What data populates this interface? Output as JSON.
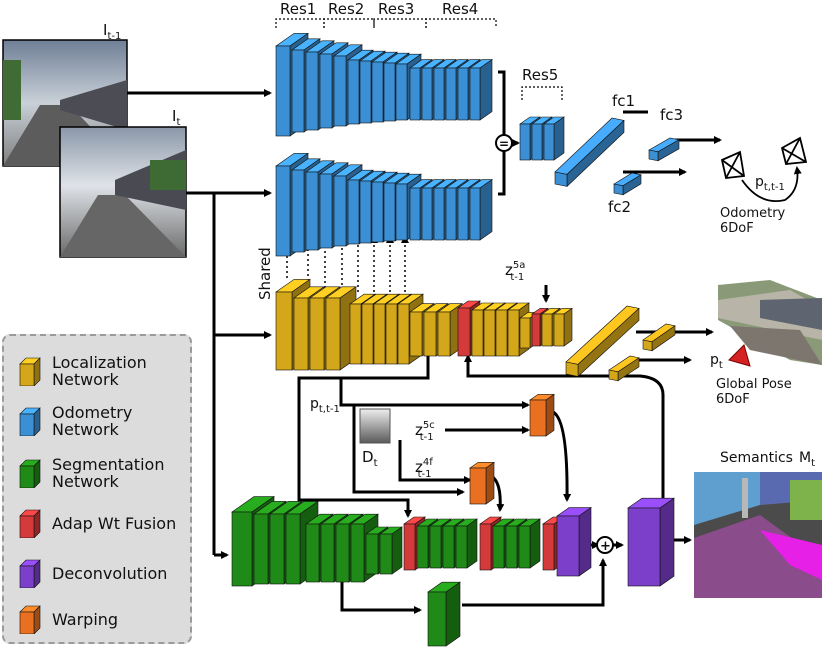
{
  "labels": {
    "res1": "Res1",
    "res2": "Res2",
    "res3": "Res3",
    "res4": "Res4",
    "res5": "Res5",
    "fc1": "fc1",
    "fc2": "fc2",
    "fc3": "fc3",
    "i_prev": "I",
    "i_prev_sub": "t-1",
    "i_curr": "I",
    "i_curr_sub": "t",
    "shared": "Shared",
    "z5a": "z",
    "z5a_sup": "5a",
    "z5a_sub": "t-1",
    "z5c": "z",
    "z5c_sup": "5c",
    "z5c_sub": "t-1",
    "z4f": "z",
    "z4f_sup": "4f",
    "z4f_sub": "t-1",
    "p_rel": "p",
    "p_rel_sub": "t,t-1",
    "p_rel2": "p",
    "p_rel2_sub": "t,t-1",
    "d_t": "D",
    "d_t_sub": "t",
    "p_t": "p",
    "p_t_sub": "t",
    "odometry_line1": "Odometry",
    "odometry_line2": "6DoF",
    "global_line1": "Global Pose",
    "global_line2": "6DoF",
    "semantics": "Semantics",
    "m_t": "M",
    "m_t_sub": "t",
    "concat_symbol": "=",
    "sum_symbol": "+"
  },
  "legend": [
    {
      "line1": "Localization",
      "line2": "Network",
      "color": "#d4a61a"
    },
    {
      "line1": "Odometry",
      "line2": "Network",
      "color": "#3b8fd4"
    },
    {
      "line1": "Segmentation",
      "line2": "Network",
      "color": "#1f8a17"
    },
    {
      "line1": "Adap Wt Fusion",
      "line2": "",
      "color": "#d43a3a"
    },
    {
      "line1": "Deconvolution",
      "line2": "",
      "color": "#7b3fc9"
    },
    {
      "line1": "Warping",
      "line2": "",
      "color": "#e87020"
    }
  ],
  "colors": {
    "localization": "#d4a61a",
    "odometry": "#3b8fd4",
    "segmentation": "#1f8a17",
    "fusion": "#d43a3a",
    "deconvolution": "#7b3fc9",
    "warping": "#e87020"
  }
}
